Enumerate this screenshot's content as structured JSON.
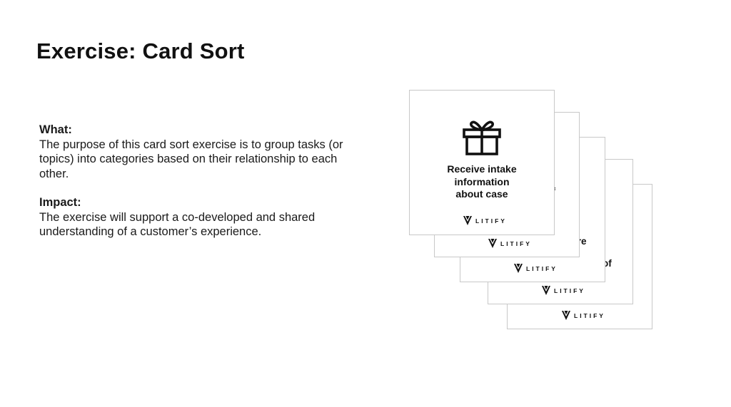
{
  "slide": {
    "title": "Exercise: Card Sort",
    "what_heading": "What:",
    "what_text": "The purpose of this card sort exercise is to group tasks (or topics) into categories based on their relationship to each other.",
    "impact_heading": "Impact:",
    "impact_text": "The exercise will support a co-developed and shared understanding of a customer’s experience."
  },
  "cards": {
    "brand": "LITIFY",
    "front": {
      "icon": "gift-icon",
      "lines": [
        "Receive intake",
        "information",
        "about case"
      ]
    },
    "card2_fragment": "ff",
    "card3_fragment": "ire",
    "card4_fragment": "of"
  },
  "colors": {
    "card_border": "#c8c8c8",
    "text": "#111111",
    "background": "#ffffff"
  }
}
